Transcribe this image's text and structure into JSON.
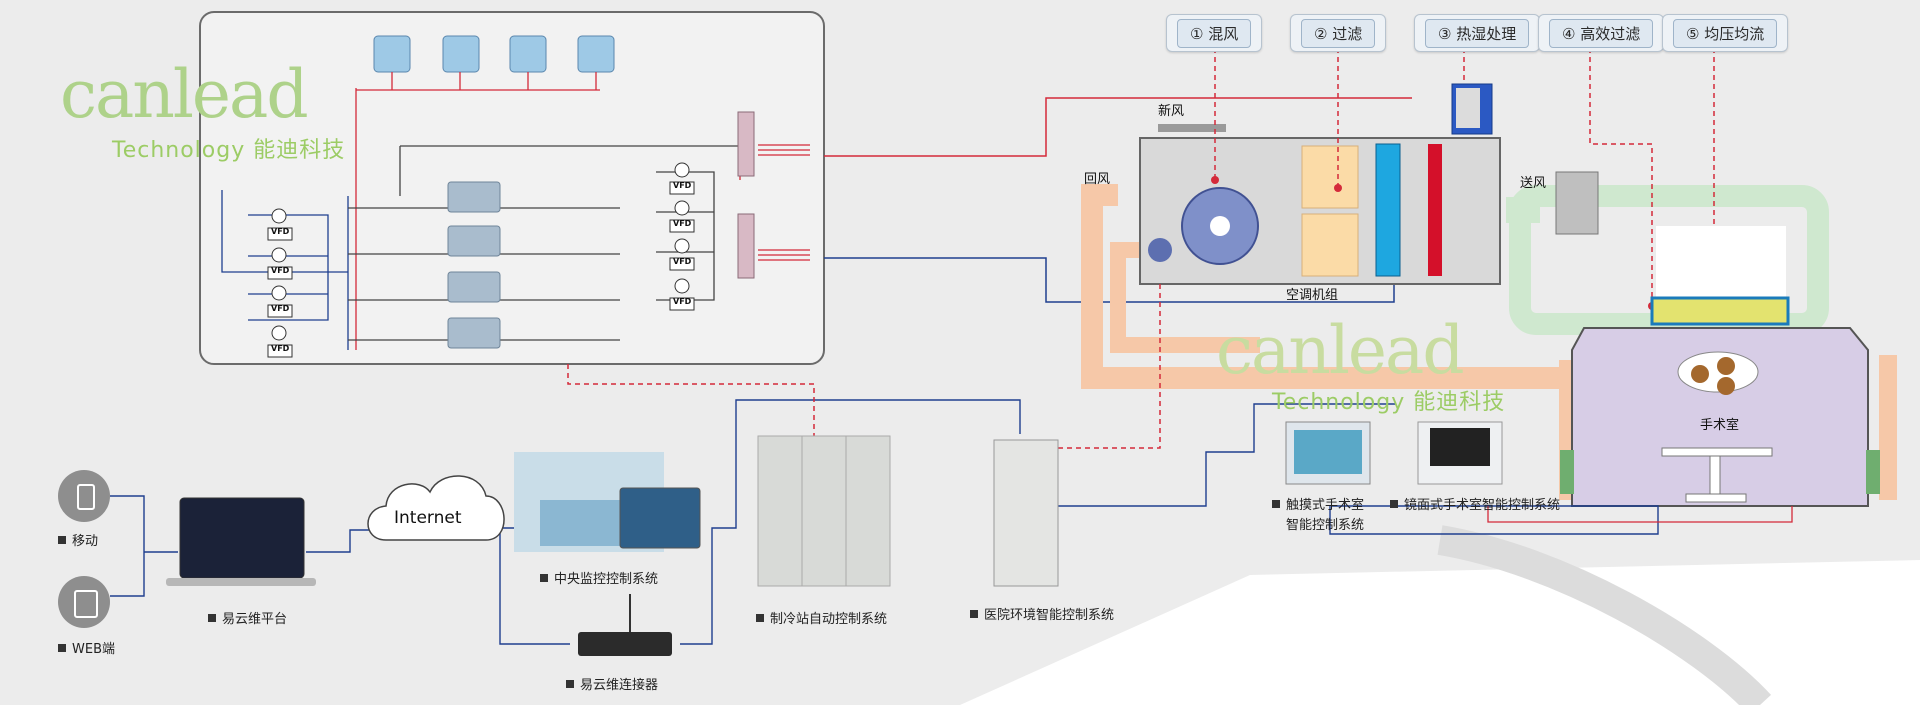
{
  "watermark": {
    "brand": "canlead",
    "tagline": "Technology 能迪科技"
  },
  "steps": [
    "① 混风",
    "② 过滤",
    "③ 热湿处理",
    "④ 高效过滤",
    "⑤ 均压均流"
  ],
  "ahu": {
    "fresh_air": "新风",
    "return_air": "回风",
    "supply_air": "送风",
    "unit": "空调机组"
  },
  "or_room": "手术室",
  "plant": {
    "vfd": "VFD"
  },
  "cloud": "Internet",
  "labels": {
    "mobile": "移动",
    "web": "WEB端",
    "platform": "易云维平台",
    "central": "中央监控控制系统",
    "connector": "易云维连接器",
    "chiller_ctrl": "制冷站自动控制系统",
    "hospital_env": "医院环境智能控制系统",
    "touch_ctrl_1": "触摸式手术室",
    "touch_ctrl_2": "智能控制系统",
    "mirror_ctrl": "镜面式手术室智能控制系统"
  },
  "colors": {
    "red": "#d42a3a",
    "blue": "#1f3f8f",
    "green": "#9ccc65",
    "supply": "#cfe8cf",
    "return": "#f6c8a8",
    "or": "#d7cde6"
  }
}
